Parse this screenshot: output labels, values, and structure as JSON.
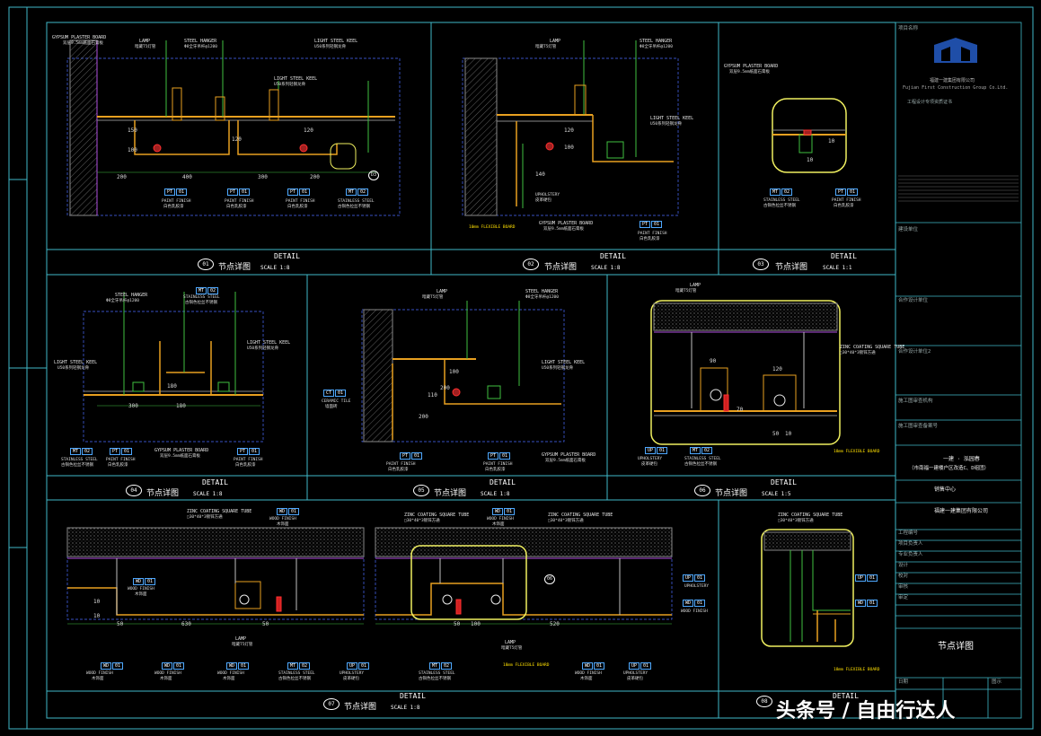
{
  "title_block": {
    "label_1": "项目名称",
    "company_en": "Fujian First Construction Group Co.Ltd.",
    "company_cn": "福建一建集团有限公司",
    "cert_label": "工程设计专项资质证书",
    "label_2": "建设单位",
    "label_3": "合作设计单位",
    "label_4": "合作设计单位2",
    "label_5": "施工图审查机构",
    "label_6": "施工图审查备案号",
    "project_name": "一建 · 泓园春",
    "project_addr": "（市南福一建楼户区改造C、D组团）",
    "sub_project": "销售中心",
    "owner": "福建一建集团有限公司",
    "drawing_title": "节点详图",
    "rows": [
      "工程编号",
      "项目负责人",
      "专业负责人",
      "设计",
      "校对",
      "审核",
      "审定"
    ],
    "sheet_label": "图示",
    "date_label": "日期"
  },
  "details": [
    {
      "num": "01",
      "en": "DETAIL",
      "cn": "节点详图",
      "scale": "SCALE 1:8"
    },
    {
      "num": "02",
      "en": "DETAIL",
      "cn": "节点详图",
      "scale": "SCALE 1:8"
    },
    {
      "num": "03",
      "en": "DETAIL",
      "cn": "节点详图",
      "scale": "SCALE 1:1"
    },
    {
      "num": "04",
      "en": "DETAIL",
      "cn": "节点详图",
      "scale": "SCALE 1:8"
    },
    {
      "num": "05",
      "en": "DETAIL",
      "cn": "节点详图",
      "scale": "SCALE 1:8"
    },
    {
      "num": "06",
      "en": "DETAIL",
      "cn": "节点详图",
      "scale": "SCALE 1:5"
    },
    {
      "num": "07",
      "en": "DETAIL",
      "cn": "节点详图",
      "scale": "SCALE 1:8"
    },
    {
      "num": "08",
      "en": "DETAIL",
      "cn": "节点详图",
      "scale": ""
    }
  ],
  "labels": {
    "gypsum": "GYPSUM PLASTER BOARD",
    "gypsum_cn": "双层9.5mm纸面石膏板",
    "lamp": "LAMP",
    "lamp_cn": "暗藏T5灯管",
    "hanger": "STEEL HANGER",
    "hanger_cn": "Φ8全牙吊杆@1200",
    "keel": "LIGHT STEEL KEEL",
    "keel_cn": "U50系列轻钢龙骨",
    "zinc": "ZINC COATING SQUARE TUBE",
    "zinc_cn": "□30*40*3镀锌方通",
    "ceramic": "CERAMIC TILE",
    "ceramic_cn": "墙面砖",
    "paint": "PAINT FINISH",
    "paint_cn": "白色乳胶漆",
    "stainless": "STAINLESS STEEL",
    "stainless_cn": "古铜色拉丝不锈钢",
    "upholstery": "UPHOLSTERY",
    "upholstery_cn": "皮革硬包",
    "wood": "WOOD FINISH",
    "wood_cn": "木饰面",
    "mdf_red": "10mm FLEXIBLE BOARD",
    "mdf_red_2": "18mm FLEXIBLE BOARD"
  },
  "codes": {
    "pt": "PT",
    "mt": "MT",
    "wd": "WD",
    "up": "UP",
    "ct": "CT",
    "one": "01",
    "two": "02"
  },
  "dims": {
    "d1": [
      "200",
      "400",
      "300",
      "120",
      "150",
      "100",
      "120",
      "200",
      "D3"
    ],
    "d2": [
      "120",
      "140",
      "100"
    ],
    "d3": [
      "10",
      "10"
    ],
    "d4": [
      "300",
      "180",
      "180"
    ],
    "d5": [
      "100",
      "110",
      "200",
      "200"
    ],
    "d6": [
      "90",
      "120",
      "70",
      "50",
      "10"
    ],
    "d7": [
      "10",
      "50",
      "630",
      "50",
      "10"
    ],
    "d7b": [
      "50",
      "100",
      "520",
      "06"
    ]
  },
  "watermark": "头条号 / 自由行达人"
}
